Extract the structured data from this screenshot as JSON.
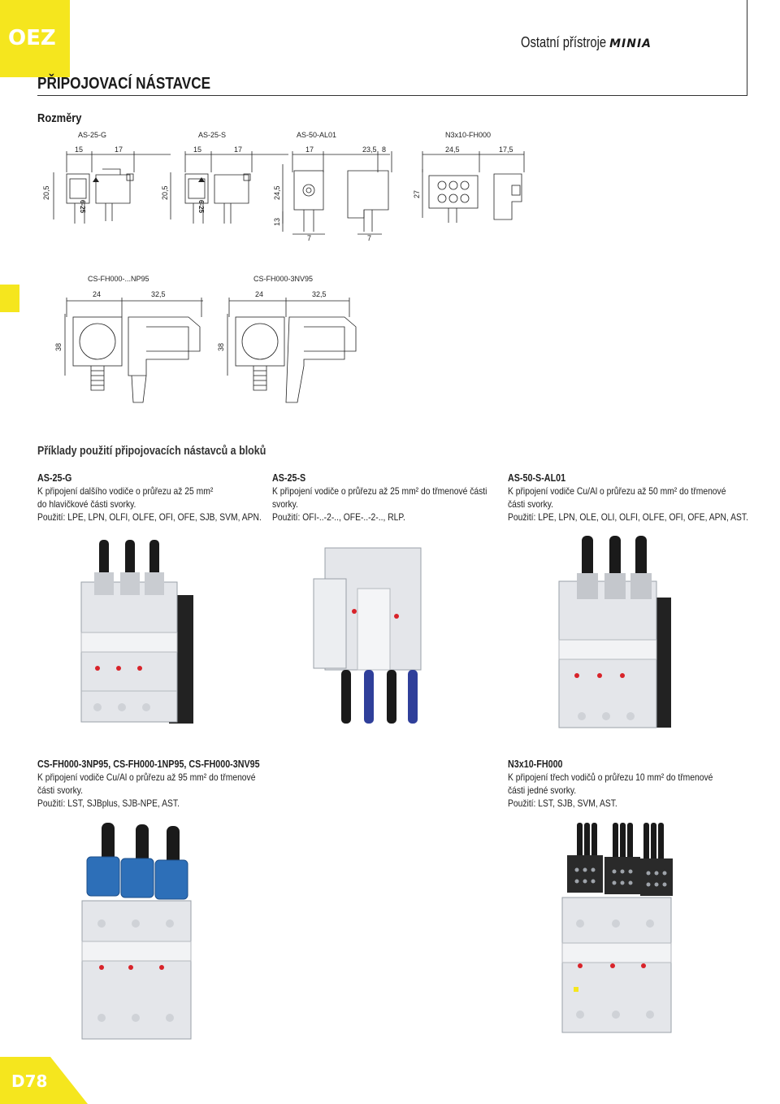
{
  "header": {
    "logo": "OEZ",
    "title": "Ostatní přístroje",
    "brand": "MINIA"
  },
  "page_title": "PŘIPOJOVACÍ NÁSTAVCE",
  "dimensions": {
    "title": "Rozměry",
    "row1": {
      "labels": [
        "AS-25-G",
        "AS-25-S",
        "AS-50-AL01",
        "N3x10-FH000"
      ],
      "top_dims": [
        "15",
        "17",
        "15",
        "17",
        "17",
        "23,5",
        "8",
        "24,5",
        "17,5"
      ],
      "side_dims": [
        "20,5",
        "20,5",
        "24,5",
        "13",
        "27"
      ],
      "bottom_dims": [
        "7",
        "7"
      ],
      "marks": [
        "6-25",
        "6-25"
      ]
    },
    "row2": {
      "labels": [
        "CS-FH000-...NP95",
        "CS-FH000-3NV95"
      ],
      "top_dims": [
        "24",
        "32,5",
        "24",
        "32,5"
      ],
      "side_dims": [
        "38",
        "38"
      ]
    }
  },
  "examples_title": "Příklady použití připojovacích nástavců a bloků",
  "blocks": [
    {
      "title": "AS-25-G",
      "lines": [
        "K připojení dalšího vodiče o průřezu až 25 mm²",
        "do hlavičkové části svorky.",
        "Použití: LPE, LPN, OLFI, OLFE, OFI, OFE, SJB, SVM, APN."
      ]
    },
    {
      "title": "AS-25-S",
      "lines": [
        "K připojení vodiče o průřezu až 25 mm² do třmenové části",
        "svorky.",
        "Použití: OFI-..-2-.., OFE-..-2-.., RLP."
      ]
    },
    {
      "title": "AS-50-S-AL01",
      "lines": [
        "K připojení vodiče Cu/Al o průřezu až 50 mm² do třmenové",
        "části svorky.",
        "Použití: LPE, LPN, OLE, OLI, OLFI, OLFE, OFI, OFE, APN, AST."
      ]
    },
    {
      "title": "CS-FH000-3NP95, CS-FH000-1NP95, CS-FH000-3NV95",
      "lines": [
        "K připojení  vodiče Cu/Al o průřezu až 95 mm² do třmenové",
        "části svorky.",
        "Použití: LST, SJBplus, SJB-NPE, AST."
      ]
    },
    {
      "title": "N3x10-FH000",
      "lines": [
        "K připojení třech vodičů o průřezu 10 mm² do třmenové",
        "části jedné svorky.",
        "Použití: LST, SJB, SVM, AST."
      ]
    }
  ],
  "page_number": "D78",
  "colors": {
    "accent_yellow": "#f5e61e",
    "breaker_body": "#e6e8ec",
    "conductor_black": "#1a1a1a",
    "conductor_blue": "#2f3f9a",
    "cover_blue": "#2d6fb8"
  }
}
